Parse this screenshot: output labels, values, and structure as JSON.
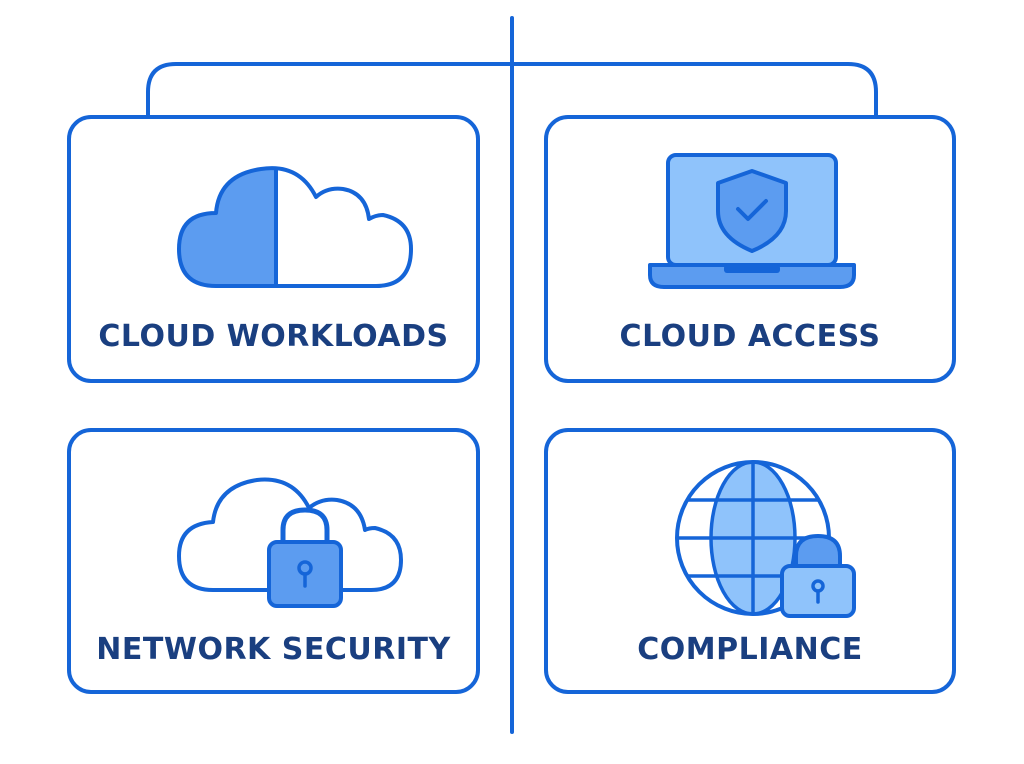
{
  "colors": {
    "stroke": "#1565d8",
    "fill_medium": "#5c9cf0",
    "fill_light": "#8fc3fb",
    "label": "#1a3f80"
  },
  "cards": [
    {
      "label": "CLOUD WORKLOADS",
      "icon": "half-filled-cloud-icon"
    },
    {
      "label": "CLOUD ACCESS",
      "icon": "laptop-shield-icon"
    },
    {
      "label": "NETWORK SECURITY",
      "icon": "cloud-padlock-icon"
    },
    {
      "label": "COMPLIANCE",
      "icon": "globe-padlock-icon"
    }
  ]
}
